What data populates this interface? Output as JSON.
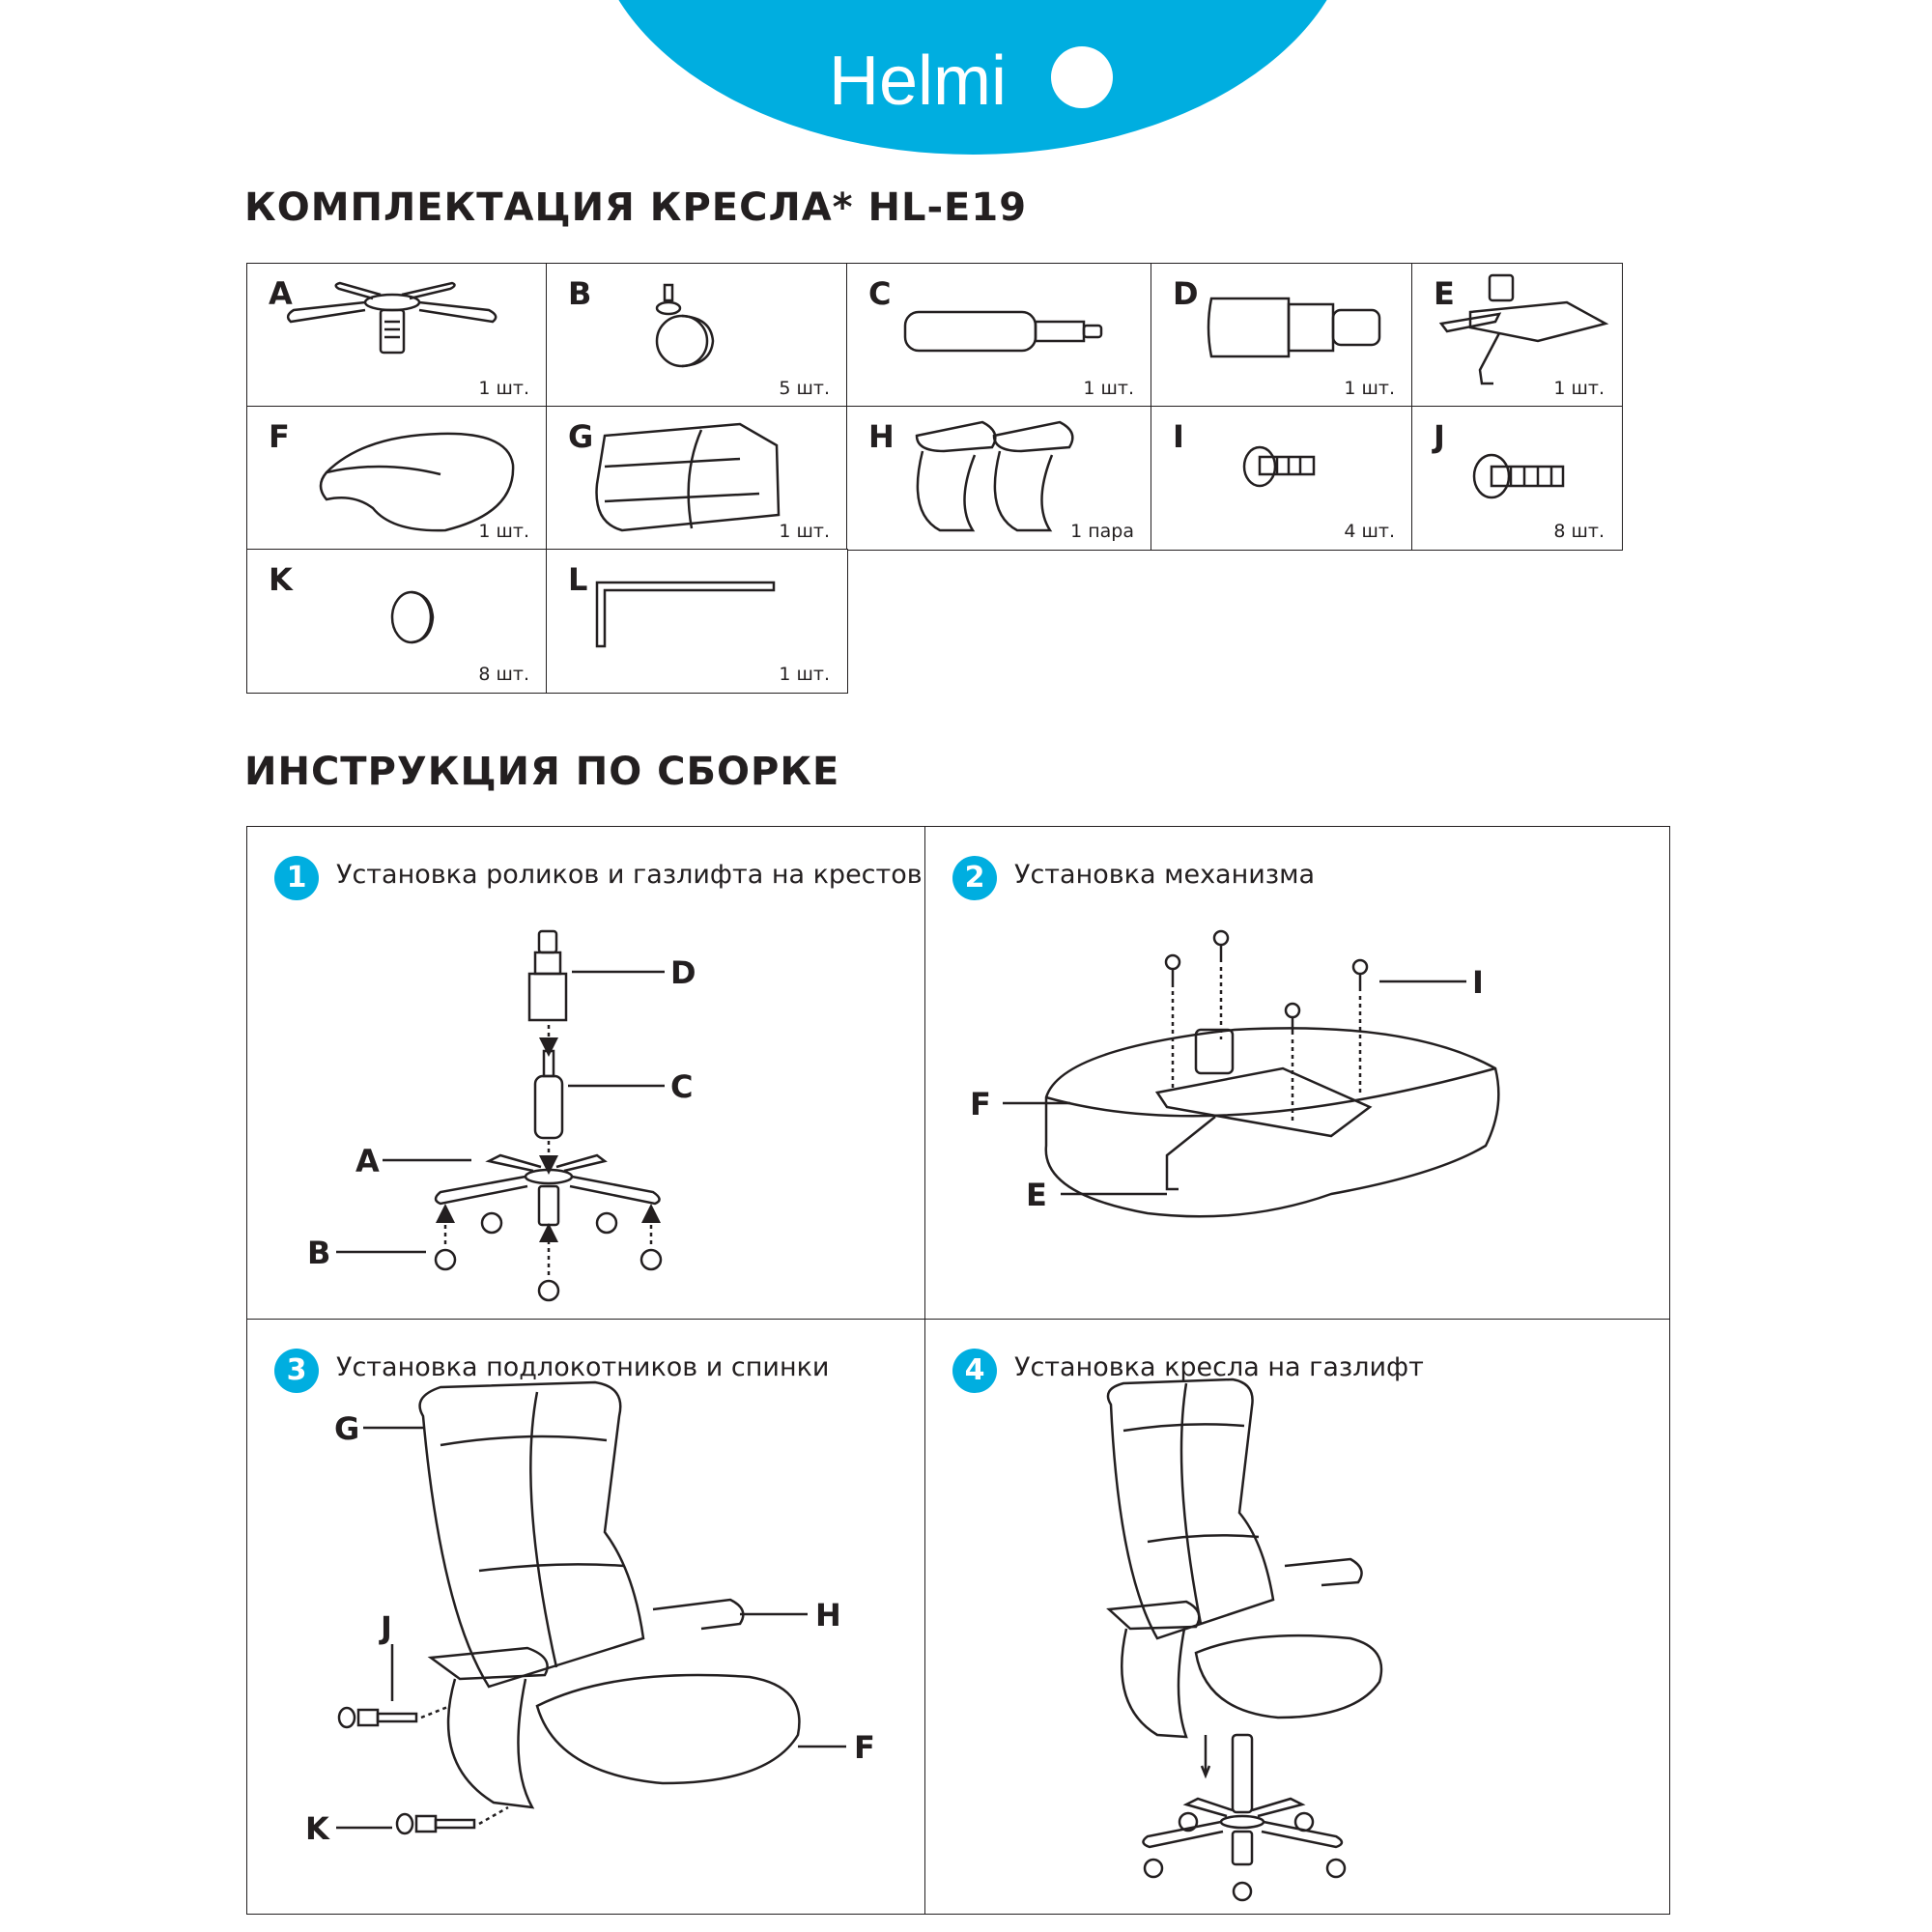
{
  "brand": {
    "logo_text": "Helmi"
  },
  "kit": {
    "title": "КОМПЛЕКТАЦИЯ КРЕСЛА* HL-E19",
    "parts": [
      {
        "letter": "A",
        "qty": "1 шт."
      },
      {
        "letter": "B",
        "qty": "5 шт."
      },
      {
        "letter": "C",
        "qty": "1 шт."
      },
      {
        "letter": "D",
        "qty": "1 шт."
      },
      {
        "letter": "E",
        "qty": "1 шт."
      },
      {
        "letter": "F",
        "qty": "1 шт."
      },
      {
        "letter": "G",
        "qty": "1 шт."
      },
      {
        "letter": "H",
        "qty": "1 пара"
      },
      {
        "letter": "I",
        "qty": "4 шт."
      },
      {
        "letter": "J",
        "qty": "8 шт."
      },
      {
        "letter": "K",
        "qty": "8 шт."
      },
      {
        "letter": "L",
        "qty": "1 шт."
      }
    ]
  },
  "assembly": {
    "title": "ИНСТРУКЦИЯ ПО СБОРКЕ",
    "steps": [
      {
        "number": "1",
        "title": "Установка роликов и газлифта на крестовину",
        "labels": {
          "d": "D",
          "c": "C",
          "a": "A",
          "b": "B"
        }
      },
      {
        "number": "2",
        "title": "Установка механизма",
        "labels": {
          "i": "I",
          "f": "F",
          "e": "E"
        }
      },
      {
        "number": "3",
        "title": "Установка подлокотников и спинки",
        "labels": {
          "g": "G",
          "h": "H",
          "j": "J",
          "f": "F",
          "k": "K"
        }
      },
      {
        "number": "4",
        "title": "Установка кресла на газлифт",
        "labels": {}
      }
    ]
  }
}
